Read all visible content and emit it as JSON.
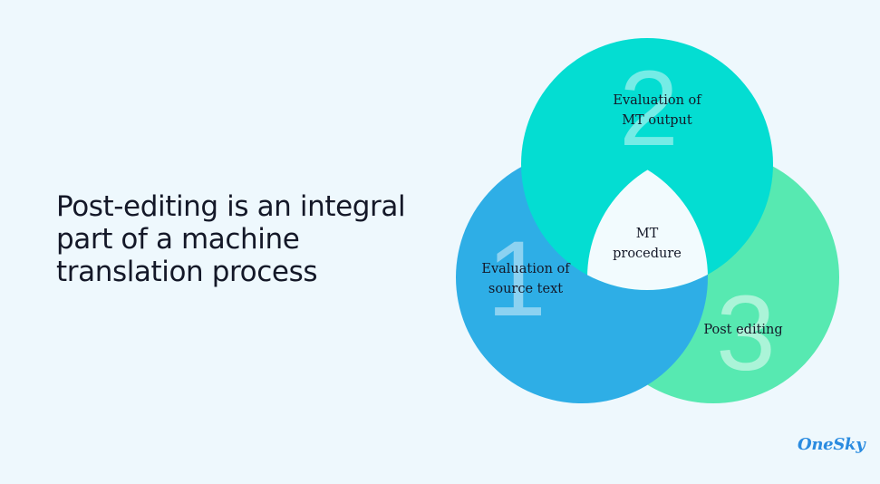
{
  "headline": "Post-editing is an integral part of a machine translation process",
  "circles": [
    {
      "number": "1",
      "label_line1": "Evaluation of",
      "label_line2": "source text",
      "color": "#2eaee6"
    },
    {
      "number": "2",
      "label_line1": "Evaluation of",
      "label_line2": "MT output",
      "color": "#04ddd2"
    },
    {
      "number": "3",
      "label_line1": "Post editing",
      "label_line2": "",
      "color": "#57e9b1"
    }
  ],
  "center": {
    "label_line1": "MT",
    "label_line2": "procedure",
    "color": "#f2fbfe"
  },
  "logo": "OneSky",
  "colors": {
    "background": "#eef8fd",
    "text": "#141828",
    "logo": "#2a8be0"
  }
}
